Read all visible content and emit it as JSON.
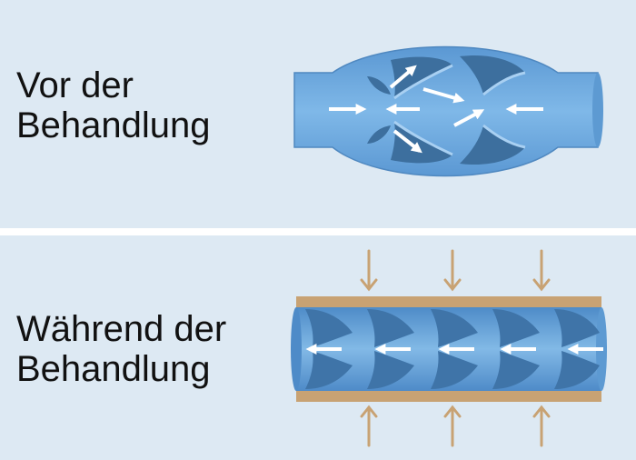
{
  "panels": {
    "before": {
      "label_line1": "Vor der",
      "label_line2": "Behandlung"
    },
    "during": {
      "label_line1": "Während der",
      "label_line2": "Behandlung"
    }
  },
  "colors": {
    "panel_background": "#dde9f3",
    "vein_blue": "#6ba7dd",
    "vein_dark": "#3d6f9e",
    "flow_arrow": "#ffffff",
    "compression": "#c8a273"
  },
  "icons": [
    "flow-arrow-icon",
    "compression-arrow-icon",
    "venous-valve-icon"
  ]
}
